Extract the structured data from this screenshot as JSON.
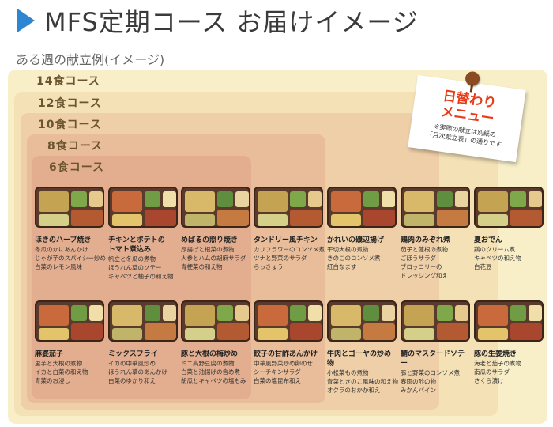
{
  "title": "MFS定期コース お届けイメージ",
  "subtitle": "ある週の献立例(イメージ)",
  "courses": [
    "14食コース",
    "12食コース",
    "10食コース",
    "8食コース",
    "6食コース"
  ],
  "note": {
    "title": "日替わり\nメニュー",
    "sub": "※実際の献立は別紙の\n「月次献立表」の通りです"
  },
  "meals": [
    {
      "name": "ほきのハーブ焼き",
      "sides": [
        "冬瓜のかにあんかけ",
        "じゃが芋のスパイシー炒め",
        "白菜のレモン風味"
      ]
    },
    {
      "name": "チキンとポテトの\nトマト煮込み",
      "sides": [
        "帆立と冬瓜の煮物",
        "ほうれん草のソテー",
        "キャベツと柚子の和え物"
      ]
    },
    {
      "name": "めばるの照り焼き",
      "sides": [
        "厚揚げと根菜の煮物",
        "人参とハムの胡麻サラダ",
        "青梗菜の和え物"
      ]
    },
    {
      "name": "タンドリー風チキン",
      "sides": [
        "カリフラワーのコンソメ煮",
        "ツナと野菜のサラダ",
        "らっきょう"
      ]
    },
    {
      "name": "かれいの磯辺揚げ",
      "sides": [
        "干切大根の煮物",
        "きのこのコンソメ煮",
        "紅白なます"
      ]
    },
    {
      "name": "鶏肉のみぞれ煮",
      "sides": [
        "茄子と蓮根の煮物",
        "ごぼうサラダ",
        "ブロッコリーの",
        "ドレッシング和え"
      ]
    },
    {
      "name": "夏おでん",
      "sides": [
        "鶏のクリーム煮",
        "キャベツの和え物",
        "白花豆"
      ]
    },
    {
      "name": "麻婆茄子",
      "sides": [
        "里芋と大根の煮物",
        "イカと白菜の和え物",
        "青菜のお浸し"
      ]
    },
    {
      "name": "ミックスフライ",
      "sides": [
        "イカの中華風炒め",
        "ほうれん草のあんかけ",
        "白菜のゆかり和え"
      ]
    },
    {
      "name": "豚と大根の梅炒め",
      "sides": [
        "ミニ高野豆腐の煮物",
        "白菜と油揚げの含め煮",
        "胡瓜とキャベツの塩もみ"
      ]
    },
    {
      "name": "餃子の甘酢あんかけ",
      "sides": [
        "中華風野菜炒め卵のせ",
        "シーチキンサラダ",
        "白菜の塩昆布和え"
      ]
    },
    {
      "name": "牛肉とゴーヤの炒め物",
      "sides": [
        "小松菜もの煮物",
        "青菜ときのこ風味の和え物",
        "オクラのおかか和え"
      ]
    },
    {
      "name": "鯖のマスタードソテー",
      "sides": [
        "豚と野菜のコンソメ煮",
        "春雨の酢の物",
        "みかんバイン"
      ]
    },
    {
      "name": "豚の生姜焼き",
      "sides": [
        "海老と茄子の煮物",
        "南瓜のサラダ",
        "さくら漬け"
      ]
    }
  ]
}
